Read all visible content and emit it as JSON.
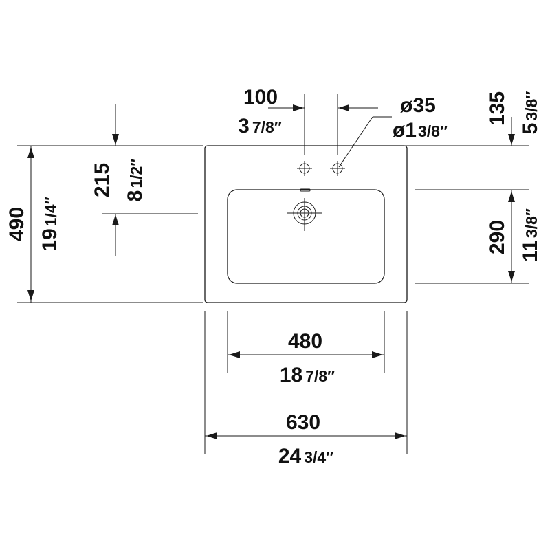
{
  "dimensions": {
    "overall_width": {
      "mm": "630",
      "inch_whole": "24",
      "inch_frac": "3/4″"
    },
    "bowl_width": {
      "mm": "480",
      "inch_whole": "18",
      "inch_frac": "7/8″"
    },
    "overall_depth": {
      "mm": "490",
      "inch_whole": "19",
      "inch_frac": "1/4″"
    },
    "drain_offset": {
      "mm": "215",
      "inch_whole": "8",
      "inch_frac": "1/2″"
    },
    "bowl_depth": {
      "mm": "290",
      "inch_whole": "11",
      "inch_frac": "3/8″"
    },
    "tap_offset": {
      "mm": "135",
      "inch_whole": "5",
      "inch_frac": "3/8″"
    },
    "tap_spacing": {
      "mm": "100",
      "inch_whole": "3",
      "inch_frac": "7/8″"
    },
    "tap_hole_diameter": {
      "mm": "ø35",
      "inch_whole": "ø1",
      "inch_frac": "3/8″"
    }
  },
  "colors": {
    "line": "#1a1a1a",
    "text": "#111111",
    "background": "#ffffff"
  }
}
